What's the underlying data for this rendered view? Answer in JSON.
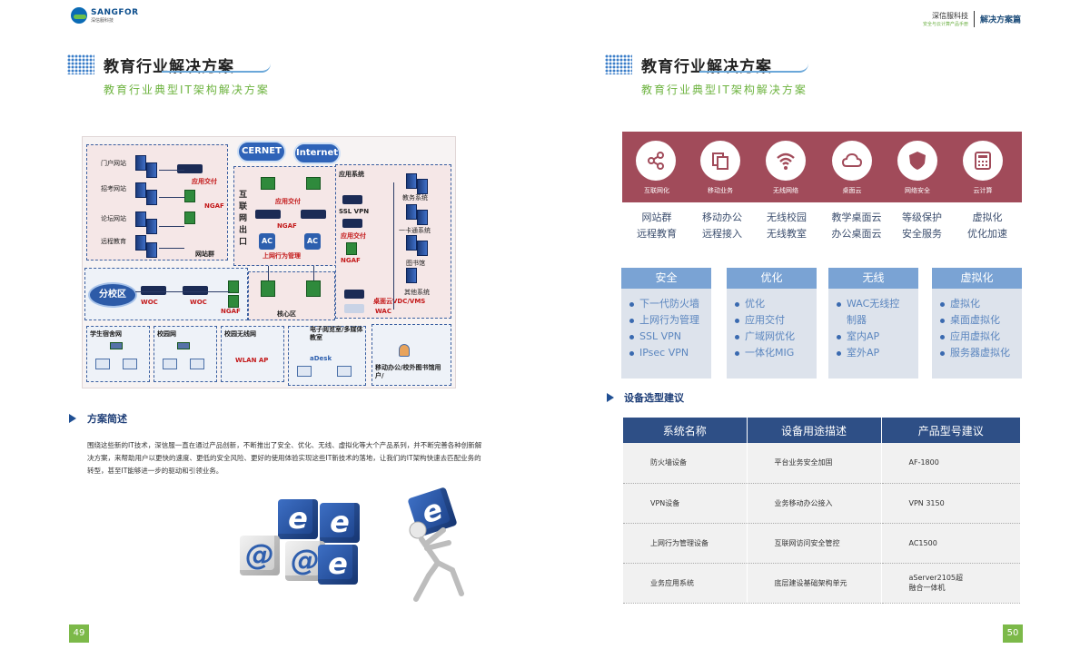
{
  "header": {
    "logo_en": "SANGFOR",
    "logo_cn": "深信服科技",
    "right_company": "深信服科技",
    "right_subtitle": "安全与云计算产品手册",
    "right_section": "解决方案篇"
  },
  "left_page": {
    "title": "教育行业解决方案",
    "subtitle": "教育行业典型IT架构解决方案",
    "diagram": {
      "clouds": [
        "CERNET",
        "Internet"
      ],
      "left_sites": [
        "门户网站",
        "招考网站",
        "论坛网站",
        "远程教育"
      ],
      "site_group": "网站群",
      "app_delivery": "应用交付",
      "ngaf": "NGAF",
      "internet_exit": "互联网出口",
      "ac": "AC",
      "behavior_mgmt": "上网行为管理",
      "app_systems": "应用系统",
      "apps": [
        "教务系统",
        "一卡通系统",
        "图书馆",
        "其他系统"
      ],
      "ssl_vpn": "SSL VPN",
      "vdc_vms": "桌面云VDC/VMS",
      "wac": "WAC",
      "branch": "分校区",
      "woc": "WOC",
      "core": "核心区",
      "edge_zones": [
        "学生宿舍网",
        "校园网",
        "校园无线网",
        "电子阅览室/多媒体教室"
      ],
      "wlan_ap": "WLAN AP",
      "adesk": "aDesk",
      "mobile_users": "移动办公/校外图书馆用户/"
    },
    "overview_title": "方案简述",
    "overview_text": "围绕这些新的IT技术，深信服一直在通过产品创新，不断推出了安全、优化、无线、虚拟化等大个产品系列，并不断完善各种创新解决方案，来帮助用户以更快的速度、更低的安全风险、更好的使用体验实现这些IT新技术的落地，让我们的IT架构快速去匹配业务的转型，甚至IT能够进一步的驱动和引领业务。",
    "cube_letters": [
      "e",
      "e",
      "@",
      "@",
      "e",
      "e"
    ],
    "page_number": "49"
  },
  "right_page": {
    "title": "教育行业解决方案",
    "subtitle": "教育行业典型IT架构解决方案",
    "icons": [
      {
        "icon": "share-icon",
        "caption": "互联网化",
        "items": [
          "网站群",
          "远程教育"
        ]
      },
      {
        "icon": "copy-icon",
        "caption": "移动业务",
        "items": [
          "移动办公",
          "远程接入"
        ]
      },
      {
        "icon": "wifi-icon",
        "caption": "无线网络",
        "items": [
          "无线校园",
          "无线教室"
        ]
      },
      {
        "icon": "cloud-icon",
        "caption": "桌面云",
        "items": [
          "教学桌面云",
          "办公桌面云"
        ]
      },
      {
        "icon": "shield-icon",
        "caption": "网络安全",
        "items": [
          "等级保护",
          "安全服务"
        ]
      },
      {
        "icon": "calculator-icon",
        "caption": "云计算",
        "items": [
          "虚拟化",
          "优化加速"
        ]
      }
    ],
    "cards": [
      {
        "title": "安全",
        "items": [
          "下一代防火墙",
          "上网行为管理",
          "SSL VPN",
          "IPsec VPN"
        ]
      },
      {
        "title": "优化",
        "items": [
          "优化",
          "应用交付",
          "广域网优化",
          "一体化MIG"
        ]
      },
      {
        "title": "无线",
        "items": [
          "WAC无线控制器",
          "室内AP",
          "室外AP"
        ]
      },
      {
        "title": "虚拟化",
        "items": [
          "虚拟化",
          "桌面虚拟化",
          "应用虚拟化",
          "服务器虚拟化"
        ]
      }
    ],
    "device_title": "设备选型建议",
    "table": {
      "headers": [
        "系统名称",
        "设备用途描述",
        "产品型号建议"
      ],
      "rows": [
        [
          "防火墙设备",
          "平台业务安全加固",
          "AF-1800"
        ],
        [
          "VPN设备",
          "业务移动办公接入",
          "VPN 3150"
        ],
        [
          "上网行为管理设备",
          "互联网访问安全管控",
          "AC1500"
        ],
        [
          "业务应用系统",
          "底层建设基础架构单元",
          "aServer2105超融合一体机"
        ]
      ]
    },
    "page_number": "50",
    "colors": {
      "band": "#a14b5a",
      "card_header": "#7aa3d4",
      "table_header": "#2e4f86",
      "page_num": "#7cb949"
    }
  }
}
